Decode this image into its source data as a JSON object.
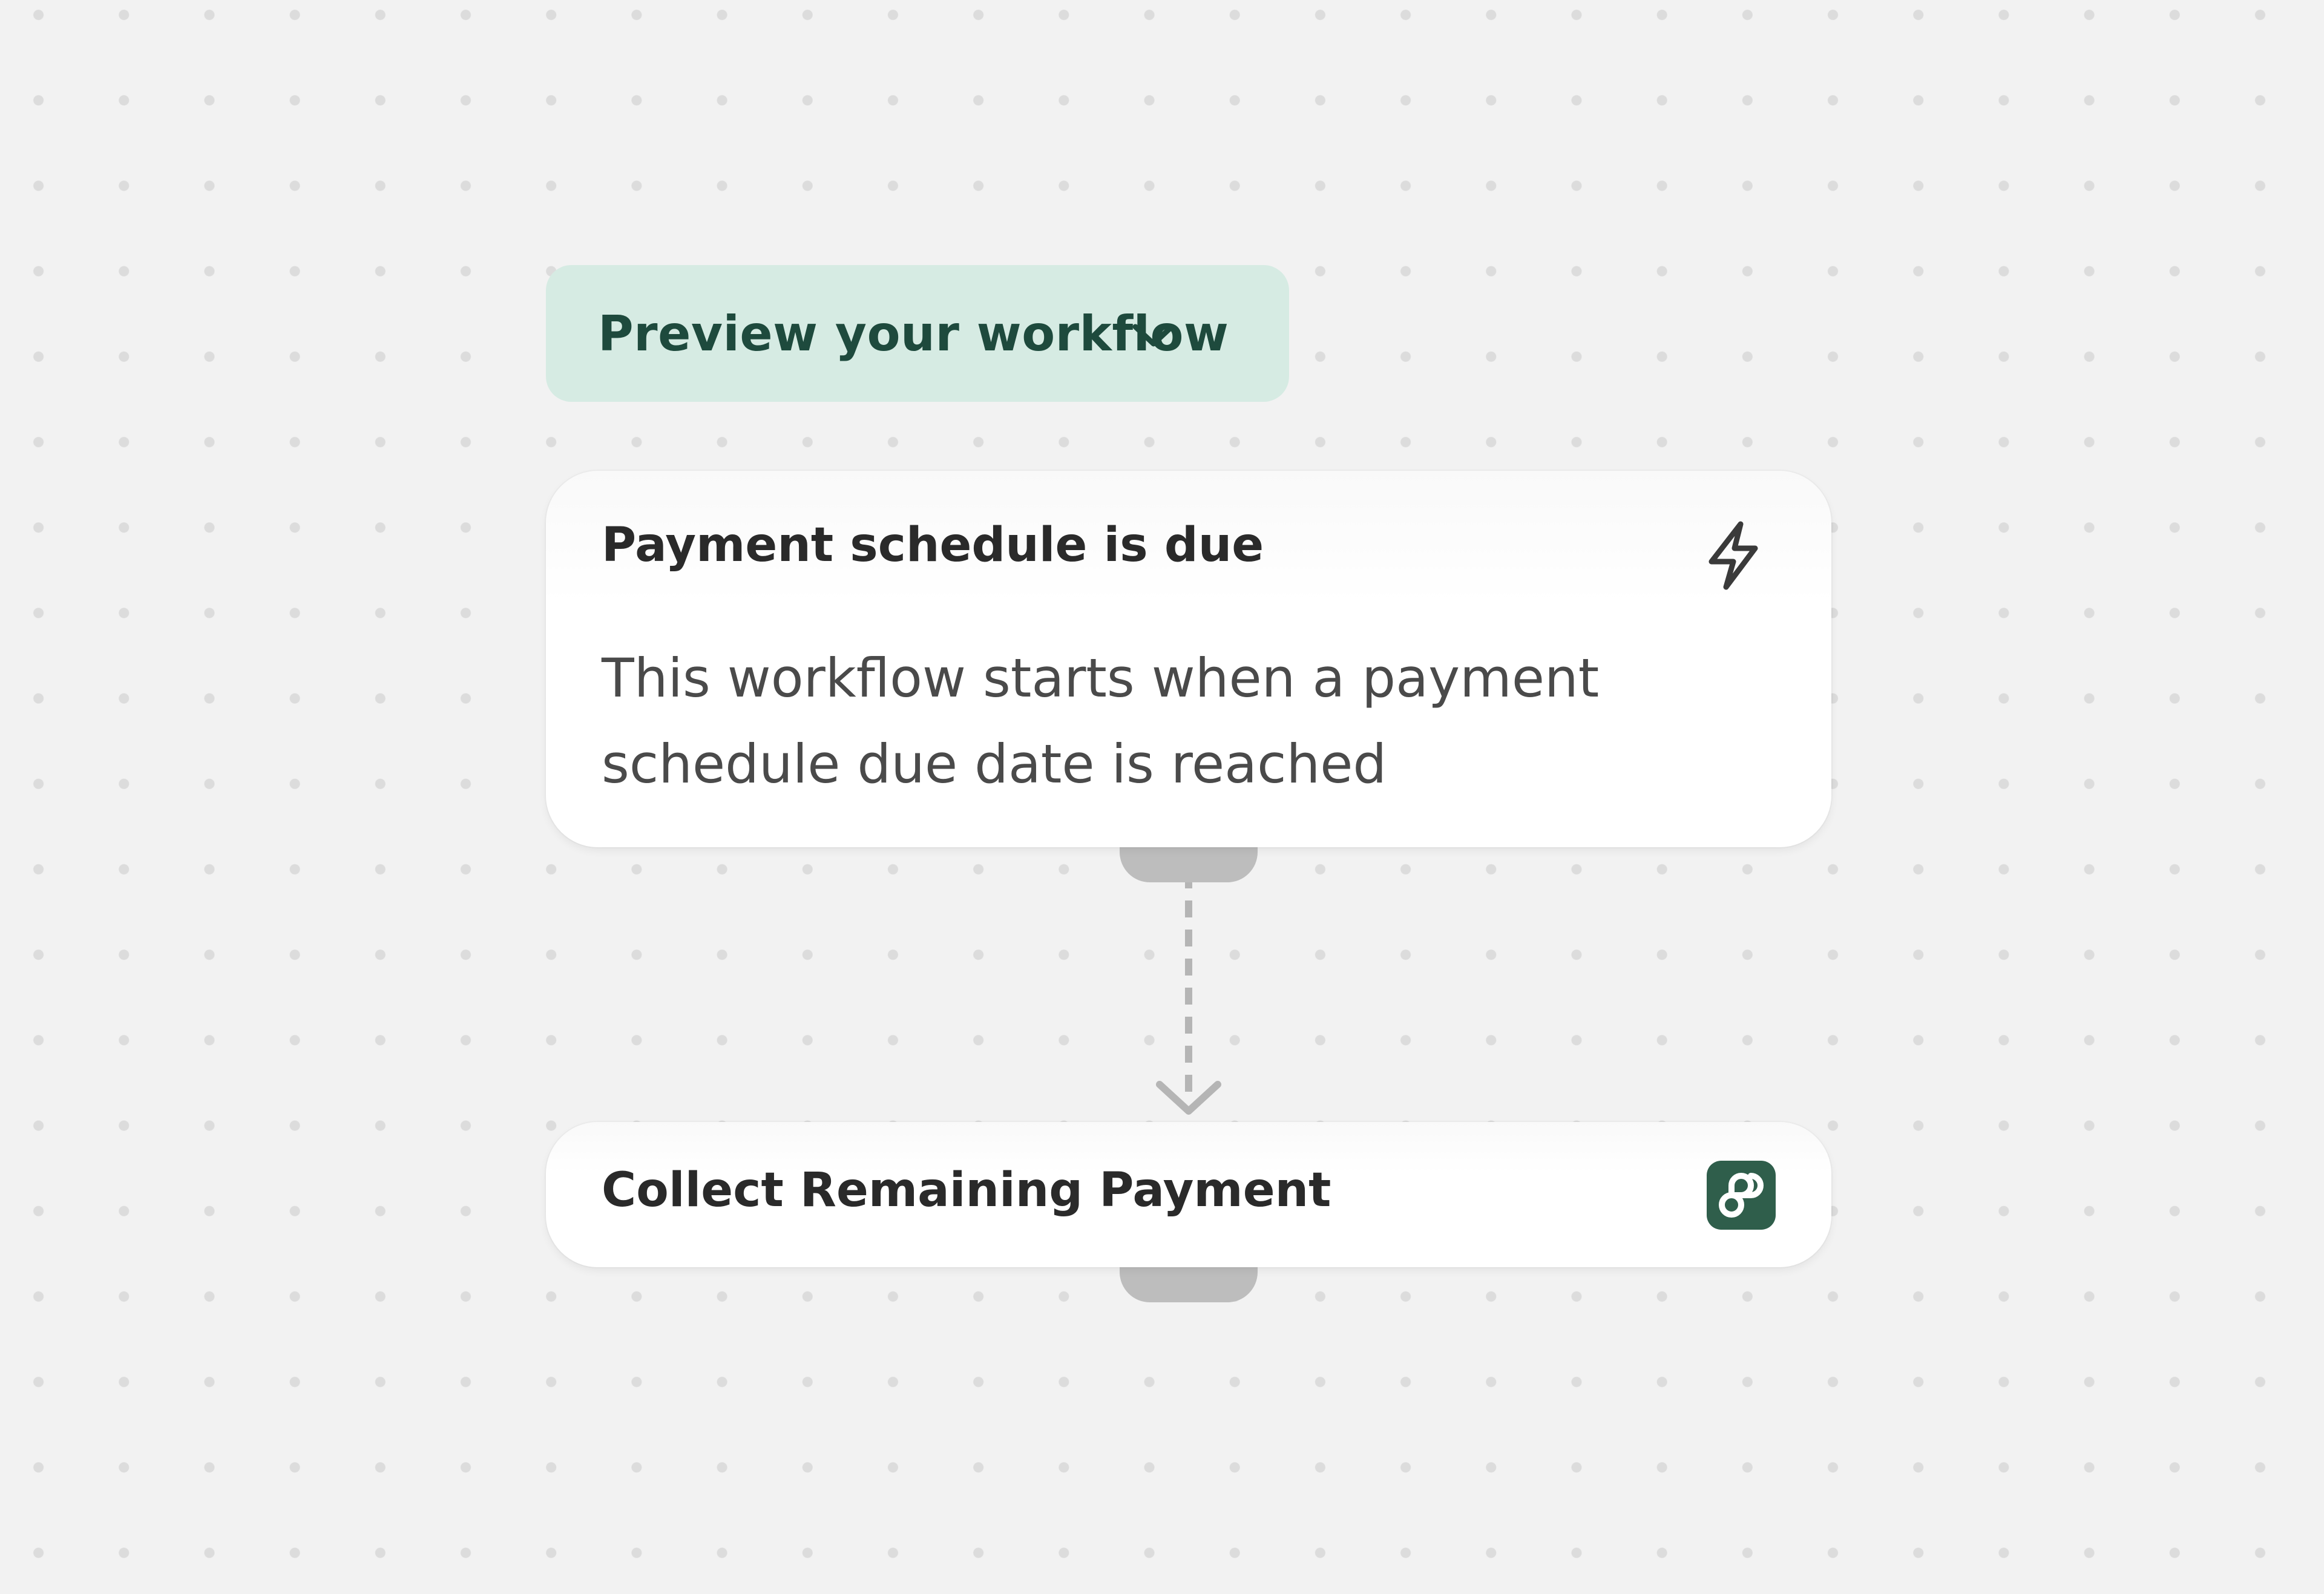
{
  "preview": {
    "label": "Preview your workflow",
    "icon": "chevron-down-icon"
  },
  "trigger_card": {
    "title": "Payment schedule is due",
    "description": "This workflow starts when a payment schedule due date is reached",
    "icon": "lightning-bolt-icon"
  },
  "action_card": {
    "title": "Collect Remaining Payment",
    "icon": "payment-app-icon",
    "icon_color": "#2f5e4b"
  },
  "colors": {
    "background": "#f2f2f2",
    "pill_background": "#d6ebe3",
    "pill_text": "#1e4a3d",
    "connector": "#bdbdbd"
  }
}
